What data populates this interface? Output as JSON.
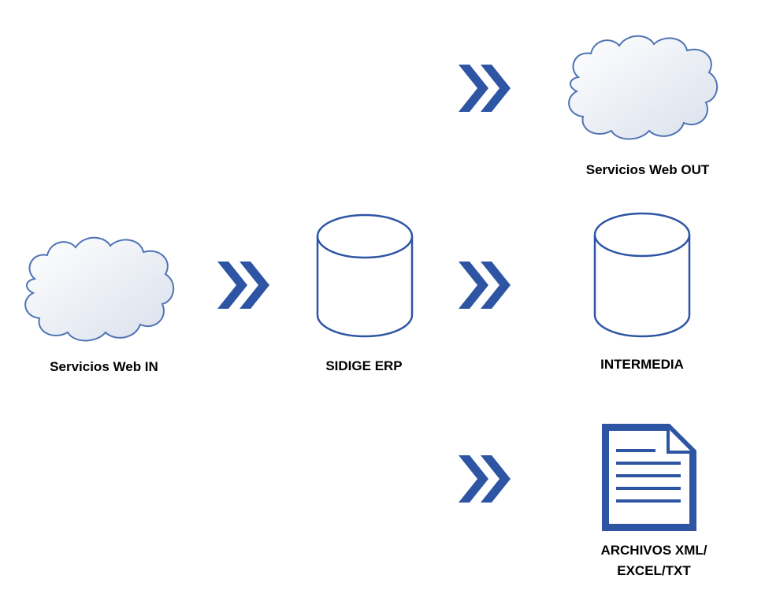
{
  "colors": {
    "outline": "#4f74b4",
    "icon_blue": "#2e55a3",
    "cloud_fill_light": "#ffffff",
    "cloud_fill_dark": "#dde3ee",
    "label_text": "#000000"
  },
  "nodes": {
    "web_in": {
      "label": "Servicios Web IN",
      "icon": "cloud-icon"
    },
    "erp": {
      "label": "SIDIGE ERP",
      "icon": "database-icon"
    },
    "web_out": {
      "label": "Servicios Web OUT",
      "icon": "cloud-icon"
    },
    "intermedia": {
      "label": "INTERMEDIA",
      "icon": "database-icon"
    },
    "archivos": {
      "label_line1": "ARCHIVOS XML/",
      "label_line2": "EXCEL/TXT",
      "icon": "document-icon"
    }
  },
  "flows": [
    {
      "from": "Servicios Web IN",
      "to": "SIDIGE ERP",
      "icon": "double-chevron-right-icon"
    },
    {
      "from": "SIDIGE ERP",
      "to": "Servicios Web OUT",
      "icon": "double-chevron-right-icon"
    },
    {
      "from": "SIDIGE ERP",
      "to": "INTERMEDIA",
      "icon": "double-chevron-right-icon"
    },
    {
      "from": "SIDIGE ERP",
      "to": "ARCHIVOS XML/ EXCEL/TXT",
      "icon": "double-chevron-right-icon"
    }
  ]
}
